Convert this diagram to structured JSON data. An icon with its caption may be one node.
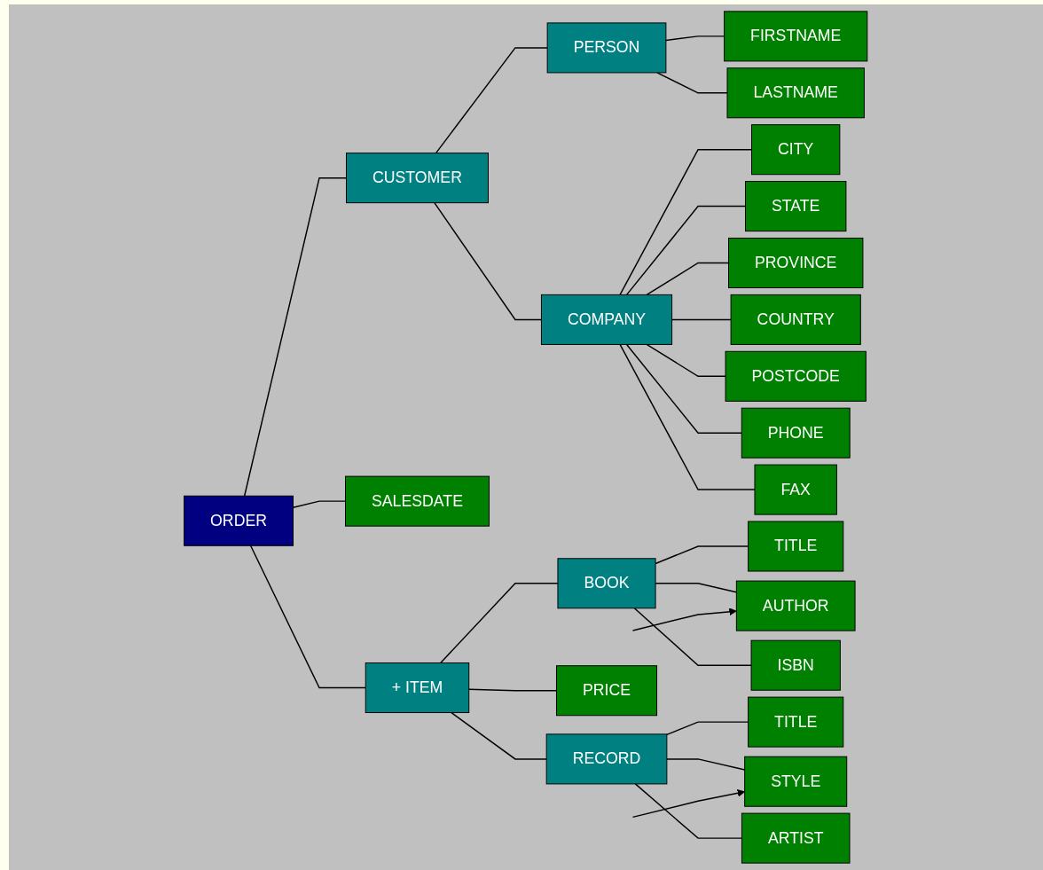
{
  "diagram": {
    "nodes": [
      {
        "text": [
          "ORDER"
        ]
      },
      {
        "text": [
          "CUSTOMER"
        ]
      },
      {
        "text": [
          "PERSON"
        ]
      },
      {
        "text": [
          "FIRSTNAME"
        ]
      },
      {
        "text": [
          "LASTNAME"
        ]
      },
      {
        "text": [
          "COMPANY"
        ]
      },
      {
        "text": [
          "CITY"
        ]
      },
      {
        "text": [
          "STATE"
        ]
      },
      {
        "text": [
          "PROVINCE"
        ]
      },
      {
        "text": [
          "COUNTRY"
        ]
      },
      {
        "text": [
          "POSTCODE"
        ]
      },
      {
        "text": [
          "PHONE"
        ]
      },
      {
        "text": [
          "FAX"
        ]
      },
      {
        "text": [
          "SALESDATE"
        ]
      },
      {
        "text": [
          "+ ITEM"
        ]
      },
      {
        "text": [
          "BOOK"
        ]
      },
      {
        "text": [
          "TITLE"
        ]
      },
      {
        "text": [
          "AUTHOR"
        ]
      },
      {
        "text": [
          "ISBN"
        ]
      },
      {
        "text": [
          "RECORD"
        ]
      },
      {
        "text": [
          "TITLE"
        ]
      },
      {
        "text": [
          "STYLE"
        ]
      },
      {
        "text": [
          "ARTIST"
        ]
      },
      {
        "text": [
          "PRICE"
        ]
      }
    ],
    "edges": [
      {
        "from": 0,
        "to": 1,
        "arrow": "none"
      },
      {
        "from": 1,
        "to": 2,
        "arrow": "none"
      },
      {
        "from": 2,
        "to": 3,
        "arrow": "none"
      },
      {
        "from": 2,
        "to": 4,
        "arrow": "none"
      },
      {
        "from": 1,
        "to": 5,
        "arrow": "none"
      },
      {
        "from": 5,
        "to": 6,
        "arrow": "none"
      },
      {
        "from": 5,
        "to": 7,
        "arrow": "none"
      },
      {
        "from": 5,
        "to": 8,
        "arrow": "none"
      },
      {
        "from": 5,
        "to": 9,
        "arrow": "none"
      },
      {
        "from": 5,
        "to": 10,
        "arrow": "none"
      },
      {
        "from": 5,
        "to": 11,
        "arrow": "none"
      },
      {
        "from": 5,
        "to": 12,
        "arrow": "none"
      },
      {
        "from": 0,
        "to": 13,
        "arrow": "none"
      },
      {
        "from": 0,
        "to": 14,
        "arrow": "none"
      },
      {
        "from": 14,
        "to": 15,
        "arrow": "none"
      },
      {
        "from": 15,
        "to": 16,
        "arrow": "none"
      },
      {
        "from": 15,
        "to": 17,
        "arrow": "none"
      },
      {
        "from": 15,
        "to": 18,
        "arrow": "none"
      },
      {
        "from": 14,
        "to": 19,
        "arrow": "none"
      },
      {
        "from": 19,
        "to": 20,
        "arrow": "none"
      },
      {
        "from": 19,
        "to": 21,
        "arrow": "none"
      },
      {
        "from": 19,
        "to": 22,
        "arrow": "none"
      },
      {
        "from": 14,
        "to": 23,
        "arrow": "none"
      },
      {
        "from": null,
        "to": 17,
        "arrow": "to"
      },
      {
        "from": null,
        "to": 21,
        "arrow": "to"
      }
    ]
  }
}
